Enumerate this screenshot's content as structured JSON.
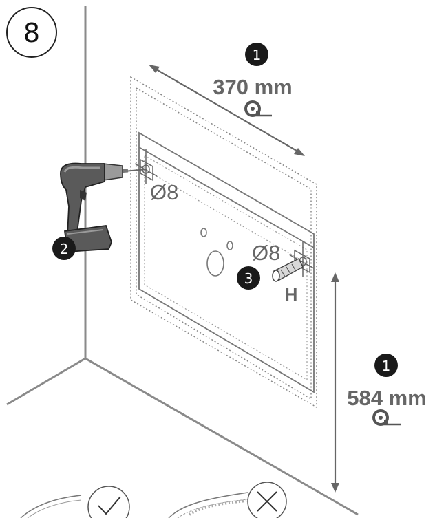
{
  "step": {
    "number": "8"
  },
  "measurements": {
    "horizontal": {
      "badge": "1",
      "value": "370 mm",
      "icon": "tape-measure-icon"
    },
    "vertical": {
      "badge": "1",
      "value": "584 mm",
      "icon": "tape-measure-icon"
    }
  },
  "drilling": {
    "badge": "2",
    "diameter": "Ø8",
    "tool_icon": "power-drill-icon"
  },
  "anchor": {
    "badge": "3",
    "diameter": "Ø8",
    "label": "H",
    "icon": "wall-plug-icon"
  },
  "bottom_examples": [
    {
      "icon": "checkmark-icon"
    },
    {
      "icon": "cross-icon"
    }
  ],
  "colors": {
    "line": "#666666",
    "badge": "#1a1a1a",
    "drill_body": "#5a5a5a",
    "drill_light": "#9a9a9a"
  }
}
